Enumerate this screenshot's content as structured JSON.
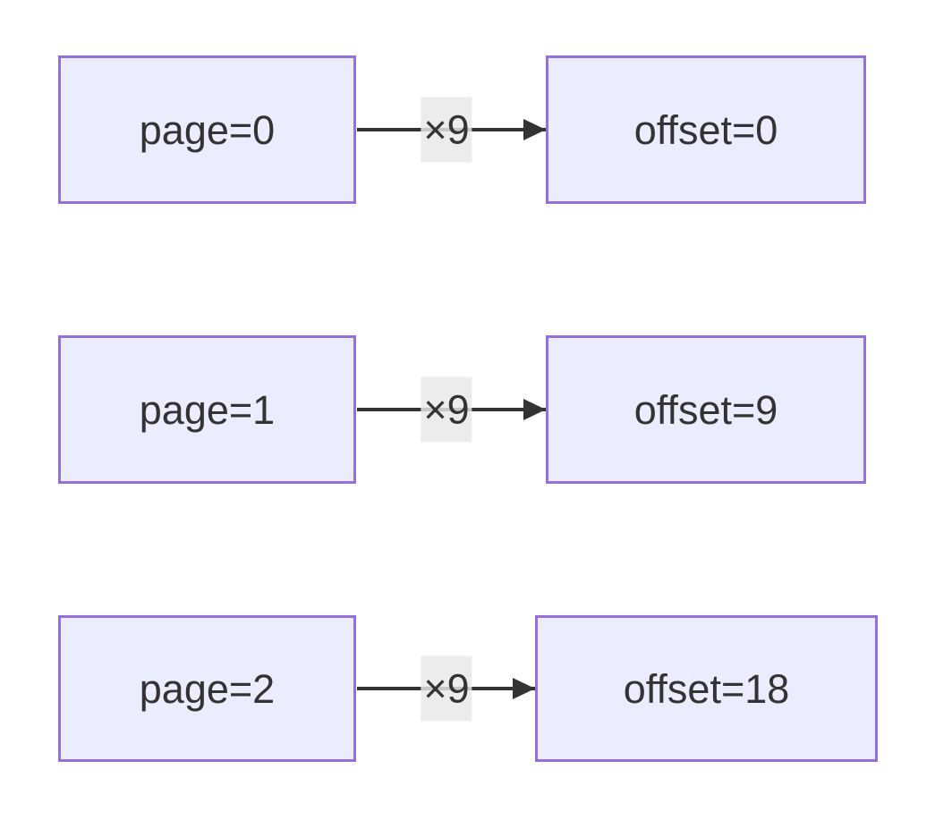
{
  "diagram": {
    "type": "flowchart-left-right",
    "colors": {
      "background": "#ffffff",
      "node_fill": "#ECECFF",
      "node_border": "#9370DB",
      "text": "#333333",
      "edge": "#333333",
      "edge_label_bg": "#e8e8e8"
    },
    "rows": [
      {
        "source": "page=0",
        "edge_label": "×9",
        "target": "offset=0"
      },
      {
        "source": "page=1",
        "edge_label": "×9",
        "target": "offset=9"
      },
      {
        "source": "page=2",
        "edge_label": "×9",
        "target": "offset=18"
      }
    ]
  }
}
